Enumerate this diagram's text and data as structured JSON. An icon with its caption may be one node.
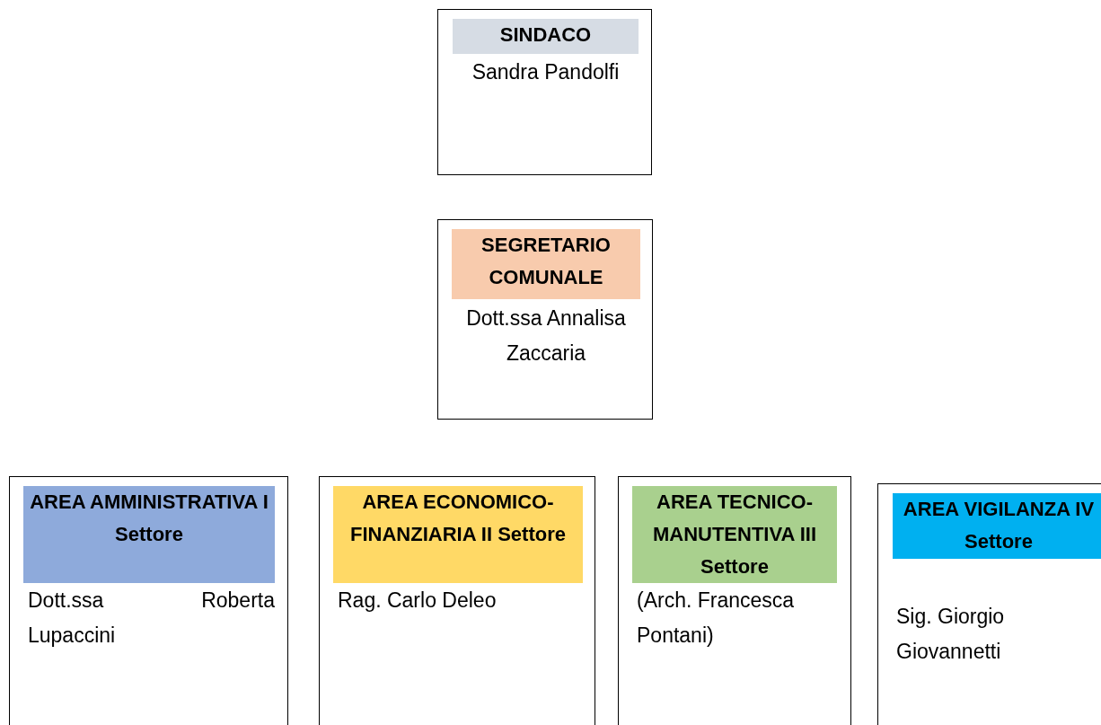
{
  "diagram": {
    "nodes": [
      {
        "text": [
          "SINDACO",
          "Sandra Pandolfi"
        ]
      },
      {
        "text": [
          "SEGRETARIO COMUNALE",
          "Dott.ssa Annalisa Zaccaria"
        ]
      },
      {
        "text": [
          "AREA AMMINISTRATIVA I Settore",
          "Dott.ssa Roberta Lupaccini"
        ]
      },
      {
        "text": [
          "AREA ECONOMICO-FINANZIARIA II Settore",
          "Rag. Carlo Deleo"
        ]
      },
      {
        "text": [
          "AREA TECNICO-MANUTENTIVA III Settore",
          "(Arch. Francesca Pontani)"
        ]
      },
      {
        "text": [
          "AREA VIGILANZA IV Settore",
          "Sig. Giorgio Giovannetti"
        ]
      }
    ]
  }
}
